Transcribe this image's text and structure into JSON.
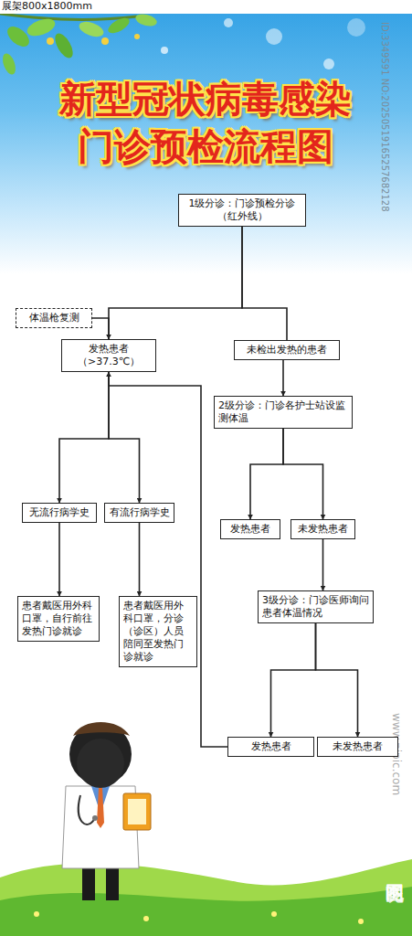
{
  "diagram": {
    "title": "新型冠状病毒感染 门诊预检流程图",
    "nodes": [
      {
        "text": [
          "1级分诊：门诊预检分诊（红外线）"
        ]
      },
      {
        "text": [
          "体温枪复测"
        ]
      },
      {
        "text": [
          "发热患者（>37.3℃）"
        ]
      },
      {
        "text": [
          "未检出发热的患者"
        ]
      },
      {
        "text": [
          "2级分诊：门诊各护士站设监测体温"
        ]
      },
      {
        "text": [
          "无流行病学史"
        ]
      },
      {
        "text": [
          "有流行病学史"
        ]
      },
      {
        "text": [
          "发热患者"
        ]
      },
      {
        "text": [
          "未发热患者"
        ]
      },
      {
        "text": [
          "患者戴医用外科口罩，自行前往发热门诊就诊"
        ]
      },
      {
        "text": [
          "患者戴医用外科口罩，分诊（诊区）人员陪同至发热门诊就诊"
        ]
      },
      {
        "text": [
          "3级分诊：门诊医师询问患者体温情况"
        ]
      },
      {
        "text": [
          "发热患者"
        ]
      },
      {
        "text": [
          "未发热患者"
        ]
      }
    ],
    "edges": [
      {
        "from": 0,
        "to": 2,
        "arrow": "none"
      },
      {
        "from": 0,
        "to": 3,
        "arrow": "none"
      },
      {
        "from": 1,
        "to": 2,
        "arrow": "to"
      },
      {
        "from": 2,
        "to": 5,
        "arrow": "to"
      },
      {
        "from": 2,
        "to": 6,
        "arrow": "to"
      },
      {
        "from": 3,
        "to": 4,
        "arrow": "to"
      },
      {
        "from": 4,
        "to": 7,
        "arrow": "to"
      },
      {
        "from": 4,
        "to": 8,
        "arrow": "to"
      },
      {
        "from": 5,
        "to": 9,
        "arrow": "to"
      },
      {
        "from": 6,
        "to": 10,
        "arrow": "to"
      },
      {
        "from": 8,
        "to": 11,
        "arrow": "to"
      },
      {
        "from": 11,
        "to": 12,
        "arrow": "to"
      },
      {
        "from": 11,
        "to": 13,
        "arrow": "to"
      },
      {
        "from": 12,
        "to": 2,
        "arrow": "to"
      }
    ],
    "labels": [
      "展架800x1800mm",
      "ID:3349591 NO:20250519165257682128",
      "昵图网",
      "www.nipic.com"
    ]
  }
}
